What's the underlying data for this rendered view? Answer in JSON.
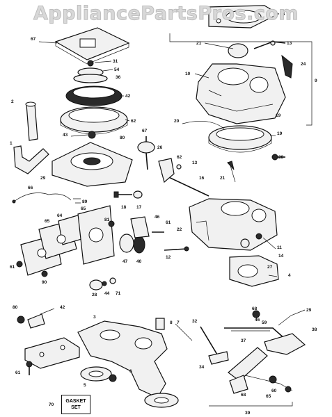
{
  "watermark": "AppliancePartsPros.com",
  "gasket_set_label": "GASKET\nSET",
  "part_numbers": [
    "63",
    "13",
    "21",
    "24",
    "9",
    "10",
    "19",
    "19",
    "20",
    "67",
    "31",
    "54",
    "36",
    "42",
    "62",
    "43",
    "80",
    "2",
    "1",
    "67",
    "26",
    "62",
    "13",
    "16",
    "28",
    "21",
    "29",
    "66",
    "89",
    "18",
    "17",
    "46",
    "81",
    "61",
    "22",
    "65",
    "64",
    "65",
    "47",
    "40",
    "12",
    "11",
    "14",
    "27",
    "4",
    "61",
    "90",
    "28",
    "44",
    "71",
    "80",
    "42",
    "3",
    "7",
    "32",
    "46",
    "29",
    "68",
    "59",
    "37",
    "38",
    "34",
    "8",
    "6",
    "5",
    "60",
    "61",
    "68",
    "65",
    "70",
    "39"
  ]
}
